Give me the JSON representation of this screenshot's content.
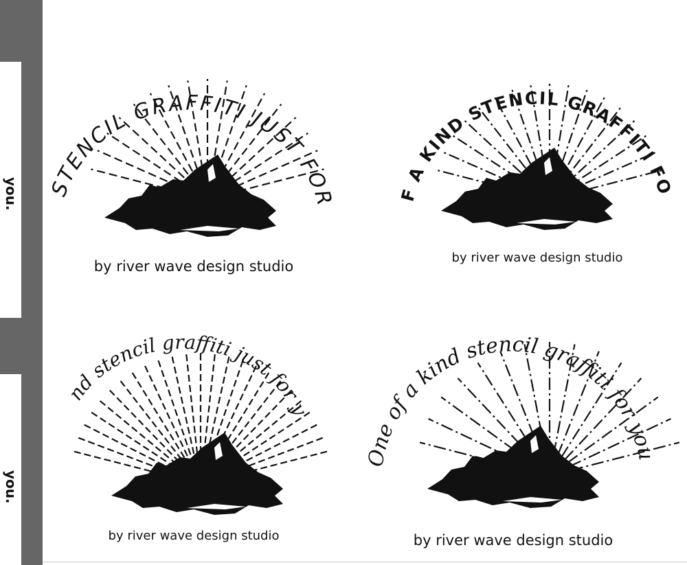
{
  "sidebar": {
    "card_top_text": "you.",
    "card_bottom_text": "you."
  },
  "designs": [
    {
      "arc_text": "HAND STENCIL GRAFFITI JUST FOR YOU.",
      "credit": "by river wave design studio",
      "style": "marker-caps"
    },
    {
      "arc_text": "ONE OF A KIND STENCIL GRAFFITI FOR YOU.",
      "credit": "by river wave design studio",
      "style": "bold-caps"
    },
    {
      "arc_text": "Hand stencil graffiti just for you.",
      "credit": "by river wave design studio",
      "style": "script"
    },
    {
      "arc_text": "One of a kind stencil graffiti for you.",
      "credit": "by river wave design studio",
      "style": "script"
    }
  ],
  "colors": {
    "sidebar": "#666666",
    "ink": "#111111",
    "background": "#ffffff"
  }
}
